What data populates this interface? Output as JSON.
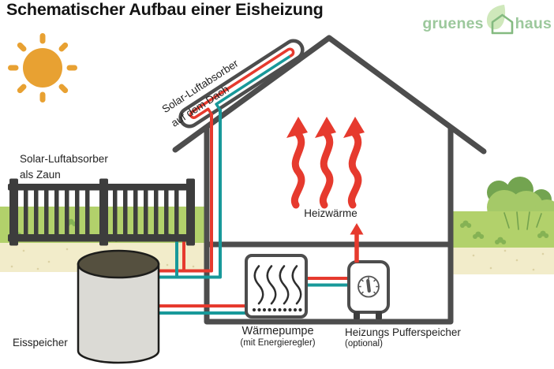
{
  "title": "Schematischer Aufbau einer Eisheizung",
  "logo": {
    "word_left": "gruenes",
    "word_right": "haus"
  },
  "labels": {
    "roof_absorber": {
      "line1": "Solar-Luftabsorber",
      "line2": "auf dem Dach"
    },
    "fence_absorber": {
      "line1": "Solar-Luftabsorber",
      "line2": "als Zaun"
    },
    "heat_output": "Heizwärme",
    "ice_storage": "Eisspeicher",
    "heat_pump": {
      "line1": "Wärmepumpe",
      "line2": "(mit Energieregler)"
    },
    "buffer_tank": {
      "line1": "Heizungs Pufferspeicher",
      "line2": "(optional)"
    }
  },
  "colors": {
    "hot_pipe": "#e63a2e",
    "cold_pipe": "#18999a",
    "outline": "#4d4d4d",
    "fence": "#3d3d3d",
    "sun": "#e8a132",
    "grass": "#b2d16b",
    "grass_dark": "#85b254",
    "ground": "#f2ecca",
    "bush_dark": "#73a450",
    "bush_light": "#a5c968",
    "logo_green": "#9cc89c",
    "logo_leaf": "#cfe8bb",
    "logo_house": "#84ba80",
    "tank_top": "#55503f",
    "tank_body": "#dbdad5",
    "text": "#222222"
  }
}
